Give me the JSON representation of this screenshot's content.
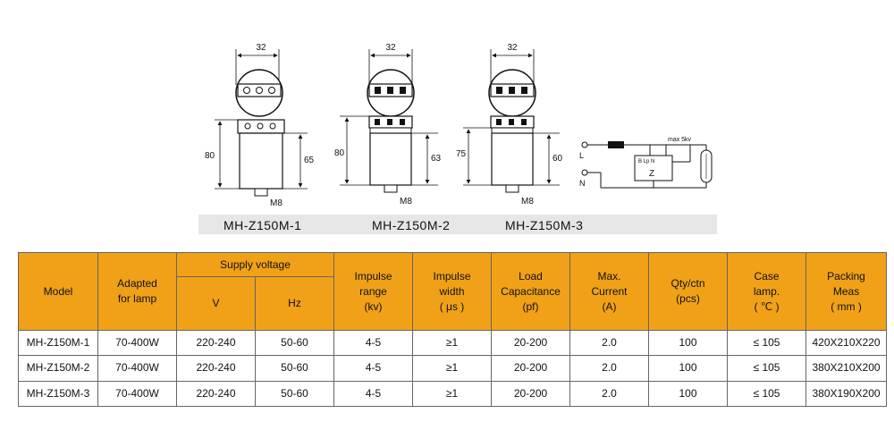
{
  "drawings": {
    "dim_width": "32",
    "mount_thread": "M8",
    "models": [
      {
        "name": "MH-Z150M-1",
        "height_total": "80",
        "height_body": "65"
      },
      {
        "name": "MH-Z150M-2",
        "height_total": "80",
        "height_body": "63"
      },
      {
        "name": "MH-Z150M-3",
        "height_total": "75",
        "height_body": "60"
      }
    ],
    "wiring": {
      "L": "L",
      "N": "N",
      "z": "Z",
      "terminals": "B  Lp N",
      "max_voltage": "max 5kv"
    }
  },
  "table": {
    "headers": {
      "model": "Model",
      "adapted": "Adapted\nfor lamp",
      "supply": "Supply voltage",
      "v": "V",
      "hz": "Hz",
      "impulse_range": "Impulse\nrange\n(kv)",
      "impulse_width": "Impulse\nwidth\n( μs )",
      "load_cap": "Load\nCapacitance\n(pf)",
      "max_current": "Max.\nCurrent\n(A)",
      "qty": "Qty/ctn\n(pcs)",
      "case_lamp": "Case\nlamp.\n( ℃ )",
      "packing": "Packing\nMeas\n( mm )"
    },
    "rows": [
      [
        "MH-Z150M-1",
        "70-400W",
        "220-240",
        "50-60",
        "4-5",
        "≥1",
        "20-200",
        "2.0",
        "100",
        "≤ 105",
        "420X210X220"
      ],
      [
        "MH-Z150M-2",
        "70-400W",
        "220-240",
        "50-60",
        "4-5",
        "≥1",
        "20-200",
        "2.0",
        "100",
        "≤ 105",
        "380X210X200"
      ],
      [
        "MH-Z150M-3",
        "70-400W",
        "220-240",
        "50-60",
        "4-5",
        "≥1",
        "20-200",
        "2.0",
        "100",
        "≤ 105",
        "380X190X200"
      ]
    ]
  }
}
